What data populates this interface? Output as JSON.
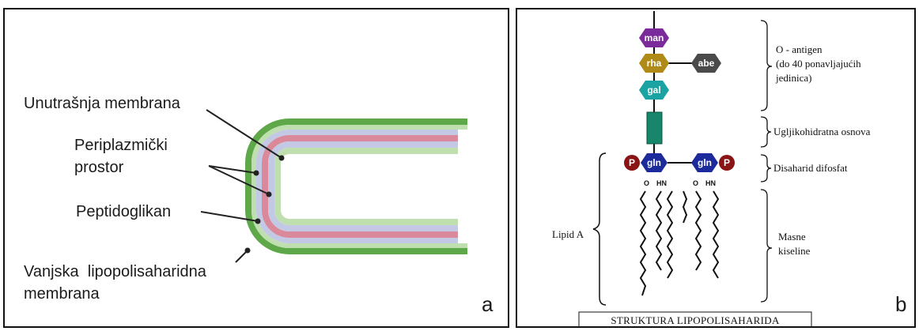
{
  "panel_a": {
    "letter": "a",
    "labels": {
      "inner_membrane": "Unutrašnja membrana",
      "periplasmic_line1": "Periplazmički",
      "periplasmic_line2": "prostor",
      "peptidoglycan": "Peptidoglikan",
      "outer_line1": "Vanjska  lipopolisaharidna",
      "outer_line2": "membrana"
    },
    "colors": {
      "outer_green": "#5fa84a",
      "pale_green": "#bfe0ae",
      "lavender": "#c3c9e4",
      "pink": "#d9899a"
    }
  },
  "panel_b": {
    "letter": "b",
    "sugars": {
      "man": "man",
      "rha": "rha",
      "abe": "abe",
      "gal": "gal",
      "gln_left": "gln",
      "gln_right": "gln",
      "phosphate": "P"
    },
    "atom_labels": {
      "o_left": "O",
      "hn_left": "HN",
      "o_right": "O",
      "hn_right": "HN"
    },
    "labels": {
      "o_antigen_line1": "O - antigen",
      "o_antigen_line2": "(do 40 ponavljajućih",
      "o_antigen_line3": "jedinica)",
      "core": "Ugljikohidratna osnova",
      "disaccharide": "Disaharid difosfat",
      "fatty_line1": "Masne",
      "fatty_line2": "kiseline",
      "lipid_a": "Lipid A",
      "title": "STRUKTURA LIPOPOLISAHARIDA"
    },
    "colors": {
      "man": "#7a2a9a",
      "rha": "#b08a16",
      "abe": "#4a4a4a",
      "gal": "#1aa3a3",
      "core": "#17866a",
      "gln": "#1c2a9c",
      "phosphate": "#8a1414"
    }
  }
}
